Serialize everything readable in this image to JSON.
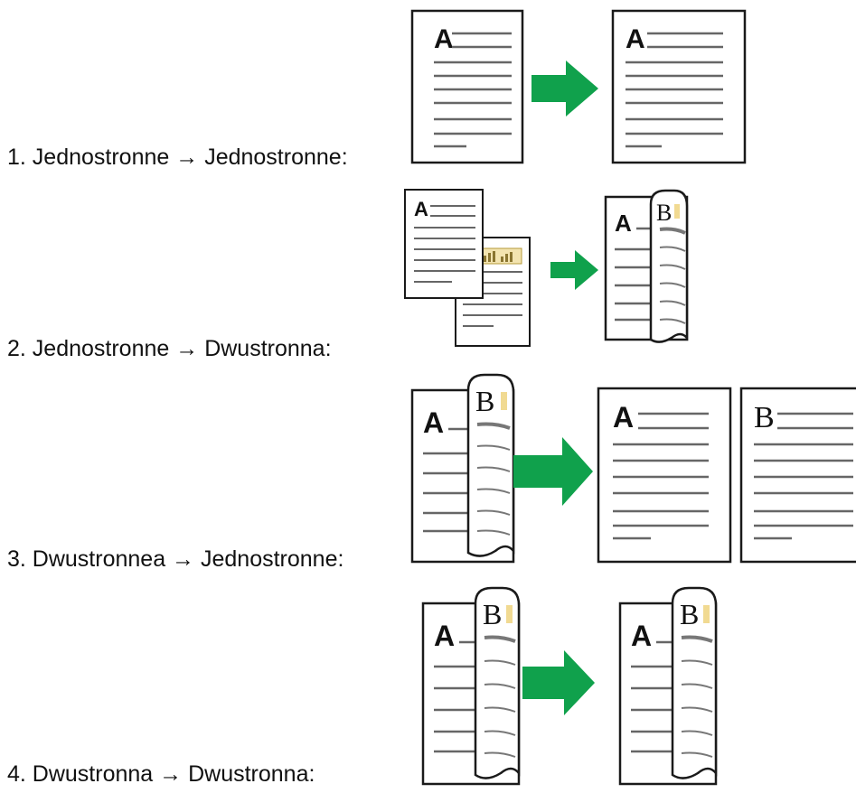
{
  "rows": [
    {
      "label": "1. Jednostronne → Jednostronne:"
    },
    {
      "label": "2. Jednostronne → Dwustronna:"
    },
    {
      "label": "3. Dwustronnea → Jednostronne:"
    },
    {
      "label": "4. Dwustronna → Dwustronna:"
    }
  ],
  "page_letters": {
    "front": "A",
    "back": "B"
  },
  "colors": {
    "arrow": "#10a14c",
    "page_border": "#1a1a1a",
    "text_line": "#666666",
    "curl_line": "#777777",
    "chart_badge": "#e8c24a"
  }
}
